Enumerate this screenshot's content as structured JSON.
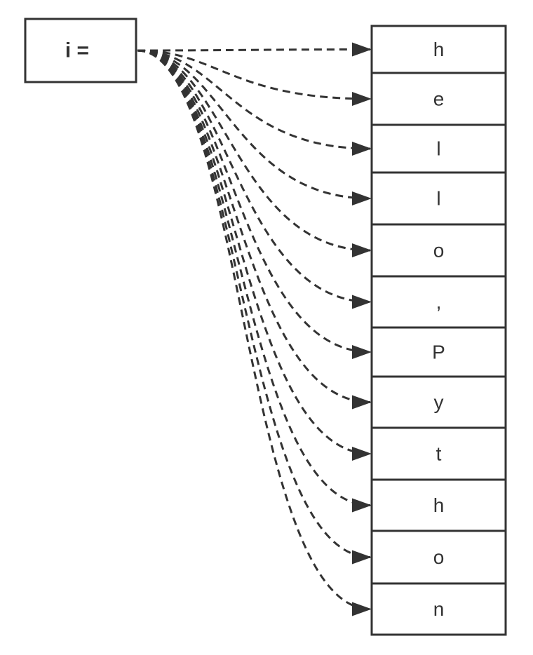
{
  "variable": {
    "label": "i ="
  },
  "sequence": {
    "items": [
      "h",
      "e",
      "l",
      "l",
      "o",
      ",",
      "P",
      "y",
      "t",
      "h",
      "o",
      "n"
    ]
  },
  "colors": {
    "stroke": "#333333",
    "background": "#ffffff"
  },
  "style": {
    "arrow_line": "dashed"
  }
}
